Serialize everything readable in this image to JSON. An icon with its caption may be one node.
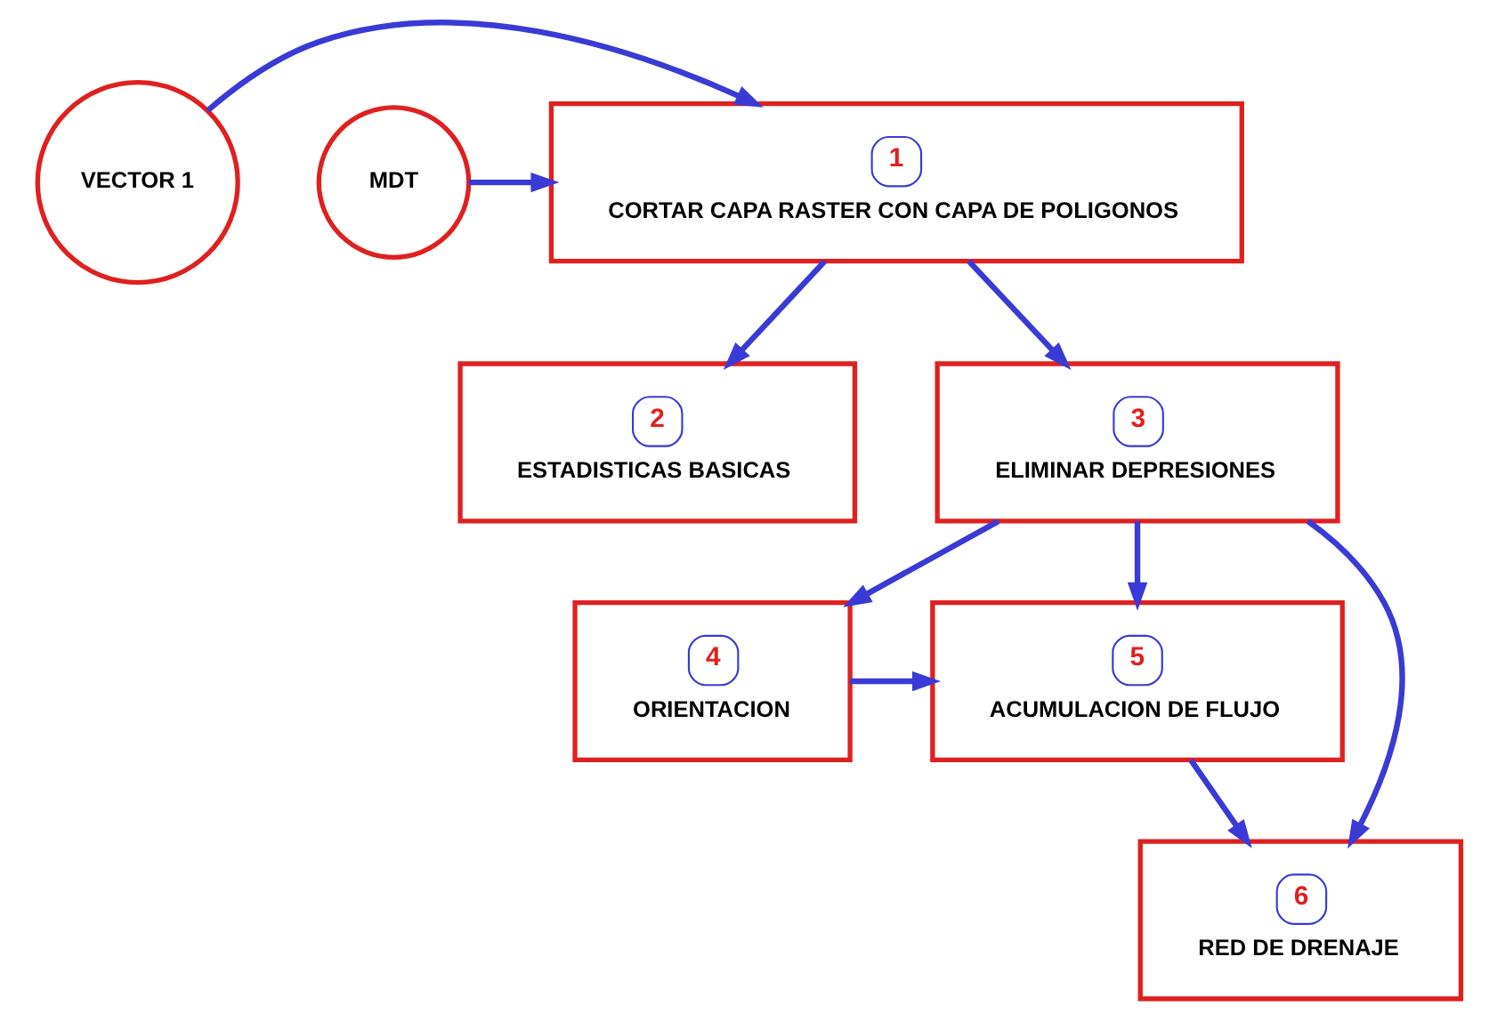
{
  "diagram": {
    "nodes": [
      {
        "text": [
          "VECTOR 1"
        ]
      },
      {
        "text": [
          "1",
          "CORTAR CAPA RASTER CON CAPA DE POLIGONOS"
        ]
      },
      {
        "text": [
          "MDT"
        ]
      },
      {
        "text": [
          "2",
          "ESTADISTICAS BASICAS"
        ]
      },
      {
        "text": [
          "3",
          "ELIMINAR DEPRESIONES"
        ]
      },
      {
        "text": [
          "4",
          "ORIENTACION"
        ]
      },
      {
        "text": [
          "5",
          "ACUMULACION DE FLUJO"
        ]
      },
      {
        "text": [
          "6",
          "RED DE DRENAJE"
        ]
      }
    ],
    "edges": [
      {
        "from": 0,
        "to": 1,
        "arrow": "to"
      },
      {
        "from": 2,
        "to": 1,
        "arrow": "to"
      },
      {
        "from": 1,
        "to": 3,
        "arrow": "to"
      },
      {
        "from": 1,
        "to": 4,
        "arrow": "to"
      },
      {
        "from": 4,
        "to": 5,
        "arrow": "to"
      },
      {
        "from": 4,
        "to": 7,
        "arrow": "to"
      },
      {
        "from": 4,
        "to": 6,
        "arrow": "to"
      },
      {
        "from": 5,
        "to": 6,
        "arrow": "to"
      },
      {
        "from": 6,
        "to": 7,
        "arrow": "to"
      }
    ]
  }
}
